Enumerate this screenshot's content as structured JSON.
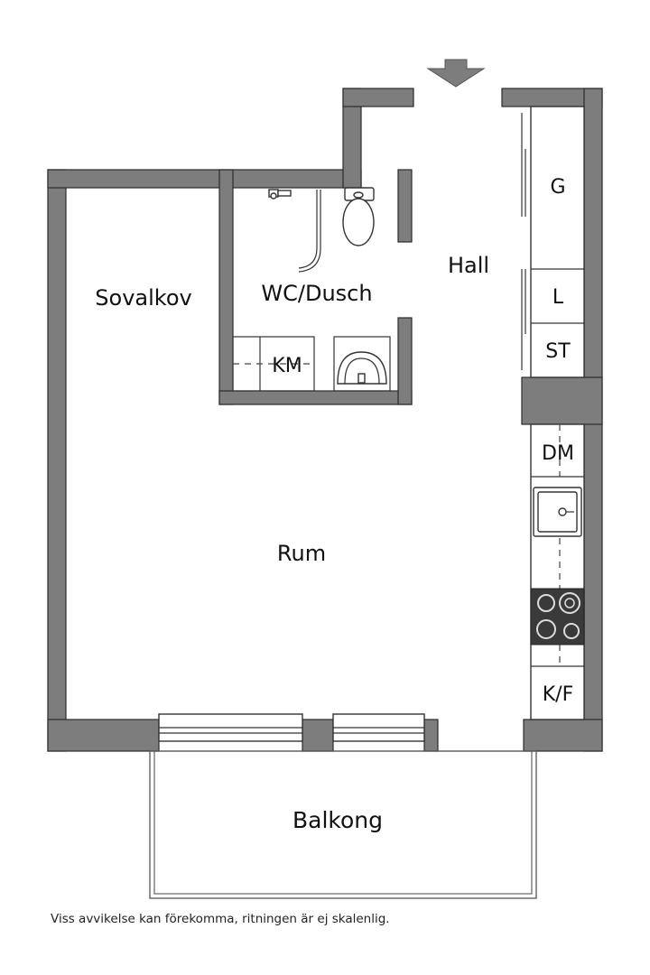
{
  "rooms": {
    "sovalkov": "Sovalkov",
    "wc_dusch": "WC/Dusch",
    "hall": "Hall",
    "rum": "Rum",
    "balkong": "Balkong"
  },
  "fixtures": {
    "wardrobe": "G",
    "linen": "L",
    "storage": "ST",
    "washing_machine": "KM",
    "dishwasher": "DM",
    "fridge_freezer": "K/F"
  },
  "disclaimer": "Viss avvikelse kan förekomma, ritningen är ej skalenlig.",
  "colors": {
    "wall": "#7d7d7d",
    "outline": "#2b2b2b",
    "hob": "#3a3a3a"
  }
}
